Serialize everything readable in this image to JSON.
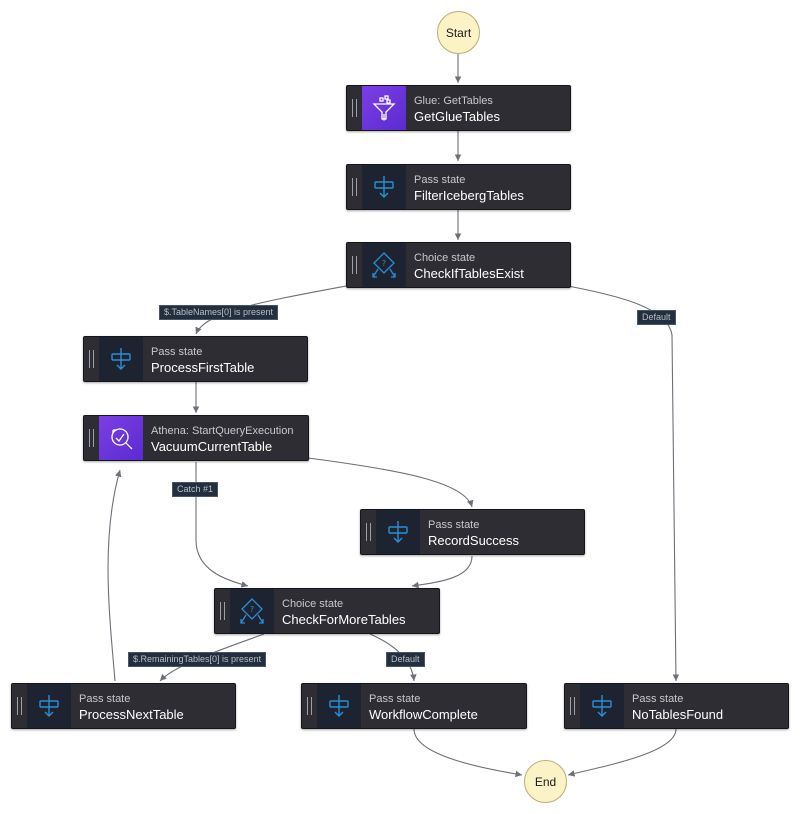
{
  "terminals": {
    "start": "Start",
    "end": "End"
  },
  "states": {
    "getGlueTables": {
      "type": "Glue: GetTables",
      "name": "GetGlueTables",
      "icon": "glue-icon"
    },
    "filterIcebergTables": {
      "type": "Pass state",
      "name": "FilterIcebergTables",
      "icon": "pass-state-icon"
    },
    "checkIfTablesExist": {
      "type": "Choice state",
      "name": "CheckIfTablesExist",
      "icon": "choice-state-icon"
    },
    "processFirstTable": {
      "type": "Pass state",
      "name": "ProcessFirstTable",
      "icon": "pass-state-icon"
    },
    "vacuumCurrentTable": {
      "type": "Athena: StartQueryExecution",
      "name": "VacuumCurrentTable",
      "icon": "athena-icon"
    },
    "recordSuccess": {
      "type": "Pass state",
      "name": "RecordSuccess",
      "icon": "pass-state-icon"
    },
    "checkForMoreTables": {
      "type": "Choice state",
      "name": "CheckForMoreTables",
      "icon": "choice-state-icon"
    },
    "processNextTable": {
      "type": "Pass state",
      "name": "ProcessNextTable",
      "icon": "pass-state-icon"
    },
    "workflowComplete": {
      "type": "Pass state",
      "name": "WorkflowComplete",
      "icon": "pass-state-icon"
    },
    "noTablesFound": {
      "type": "Pass state",
      "name": "NoTablesFound",
      "icon": "pass-state-icon"
    }
  },
  "edge_labels": {
    "tableNamesPresent": "$.TableNames[0] is present",
    "default1": "Default",
    "catch1": "Catch #1",
    "remainingTablesPresent": "$.RemainingTables[0] is present",
    "default2": "Default"
  },
  "colors": {
    "edge": "#6b7079",
    "state_bg": "#2d2d33",
    "terminal_bg": "#fbf3c6",
    "accent_blue": "#2b8fd6"
  }
}
